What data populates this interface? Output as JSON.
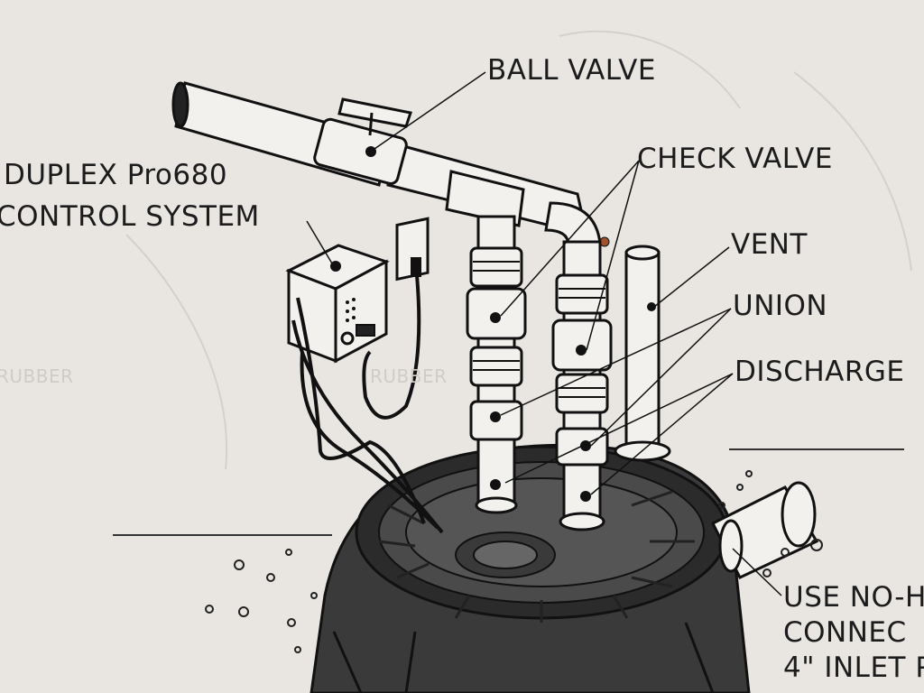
{
  "labels": {
    "control_line1": "DUPLEX Pro680",
    "control_line2": "CONTROL SYSTEM",
    "ball_valve": "BALL VALVE",
    "check_valve": "CHECK VALVE",
    "vent": "VENT",
    "union": "UNION",
    "discharge": "DISCHARGE",
    "note_line1": "USE NO-H",
    "note_line2": "CONNEC",
    "note_line3": "4\" INLET P",
    "faint_left": "RUBBER",
    "faint_right": "RUBBER"
  },
  "colors": {
    "paper": "#e9e6e1",
    "ink": "#1c1c1c",
    "pipe_fill": "#f3f1ee",
    "basin_fill": "#2a2a2a"
  }
}
